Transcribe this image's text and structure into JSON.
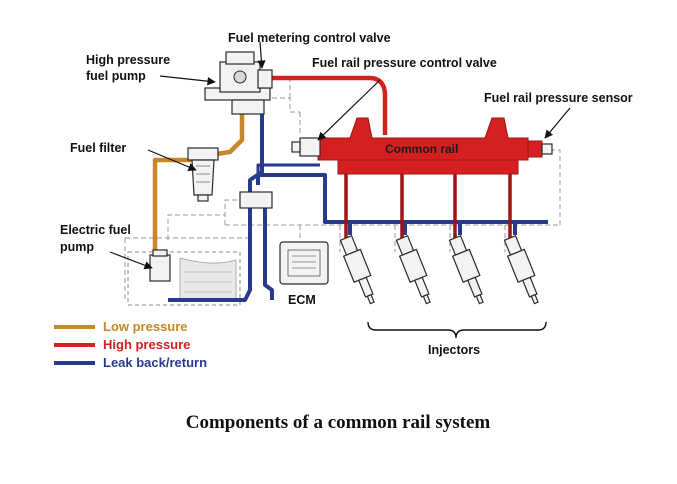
{
  "labels": {
    "fuel_metering": "Fuel metering control valve",
    "hp_pump_line1": "High pressure",
    "hp_pump_line2": "fuel pump",
    "rail_pressure_valve": "Fuel rail pressure control valve",
    "rail_pressure_sensor": "Fuel rail pressure sensor",
    "fuel_filter": "Fuel filter",
    "common_rail": "Common rail",
    "electric_pump_line1": "Electric fuel",
    "electric_pump_line2": "pump",
    "ecm": "ECM",
    "injectors": "Injectors"
  },
  "legend": [
    {
      "label": "Low pressure",
      "color": "#c8862a"
    },
    {
      "label": "High pressure",
      "color": "#d42020"
    },
    {
      "label": "Leak back/return",
      "color": "#283a8c"
    }
  ],
  "caption": "Components of a common rail system",
  "colors": {
    "low_pressure": "#c8862a",
    "high_pressure": "#d42020",
    "high_pressure_dark": "#9e1414",
    "leak_return": "#283a8c"
  }
}
